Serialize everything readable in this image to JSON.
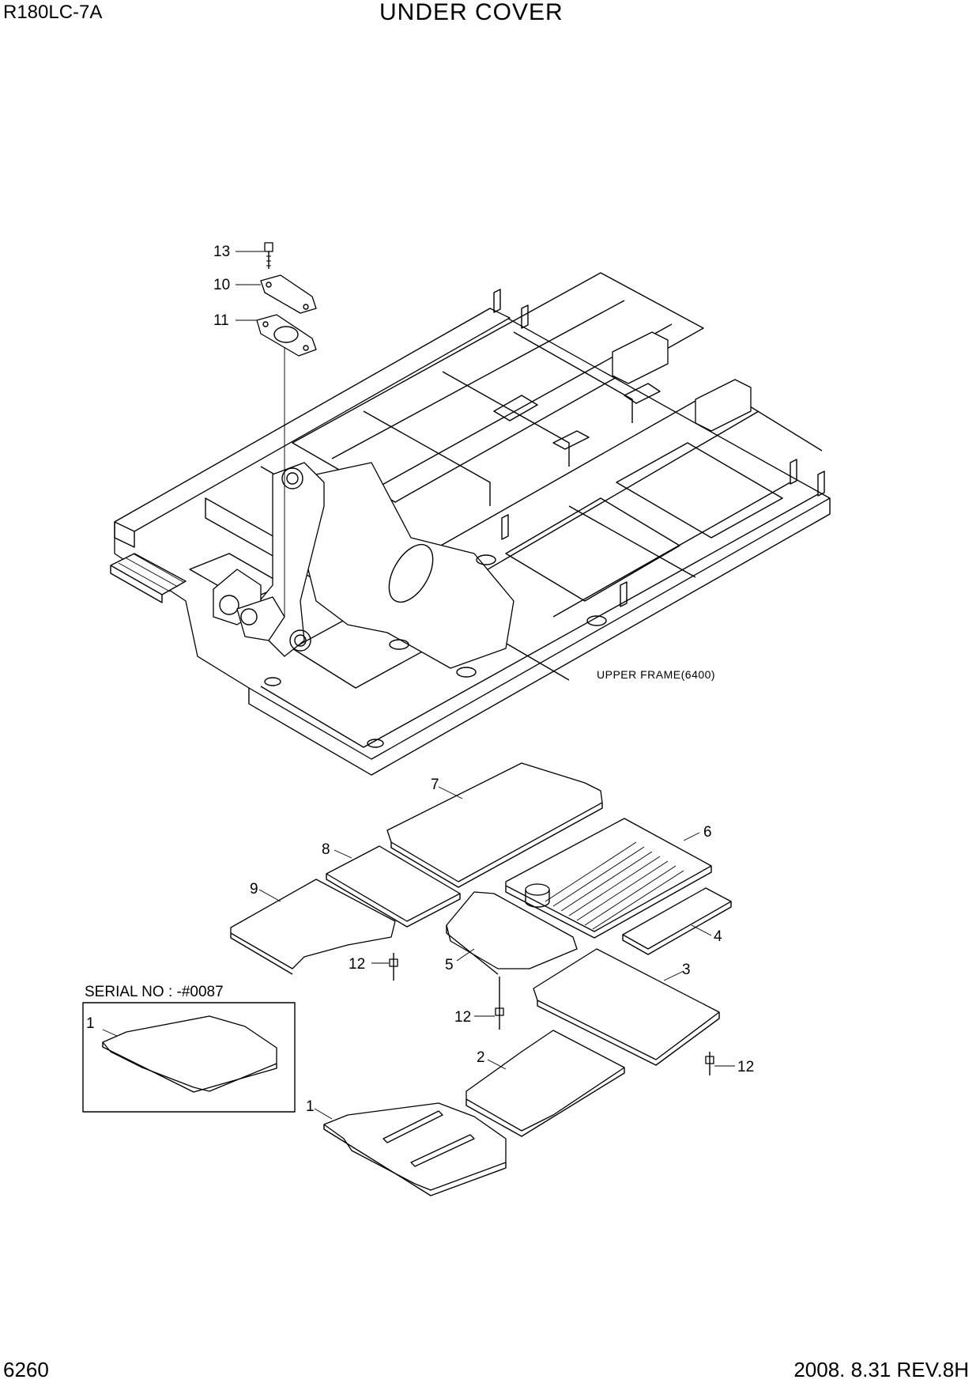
{
  "header": {
    "model": "R180LC-7A",
    "title": "UNDER COVER"
  },
  "footer": {
    "page_number": "6260",
    "revision": "2008. 8.31  REV.8H"
  },
  "diagram": {
    "frame_caption": "UPPER FRAME(6400)",
    "serial_note": "SERIAL NO : -#0087",
    "callouts": {
      "c13": "13",
      "c10": "10",
      "c11": "11",
      "c7": "7",
      "c6": "6",
      "c8": "8",
      "c9": "9",
      "c4": "4",
      "c5": "5",
      "c3": "3",
      "c12a": "12",
      "c12b": "12",
      "c12c": "12",
      "c2": "2",
      "c1": "1",
      "c1s": "1"
    }
  }
}
